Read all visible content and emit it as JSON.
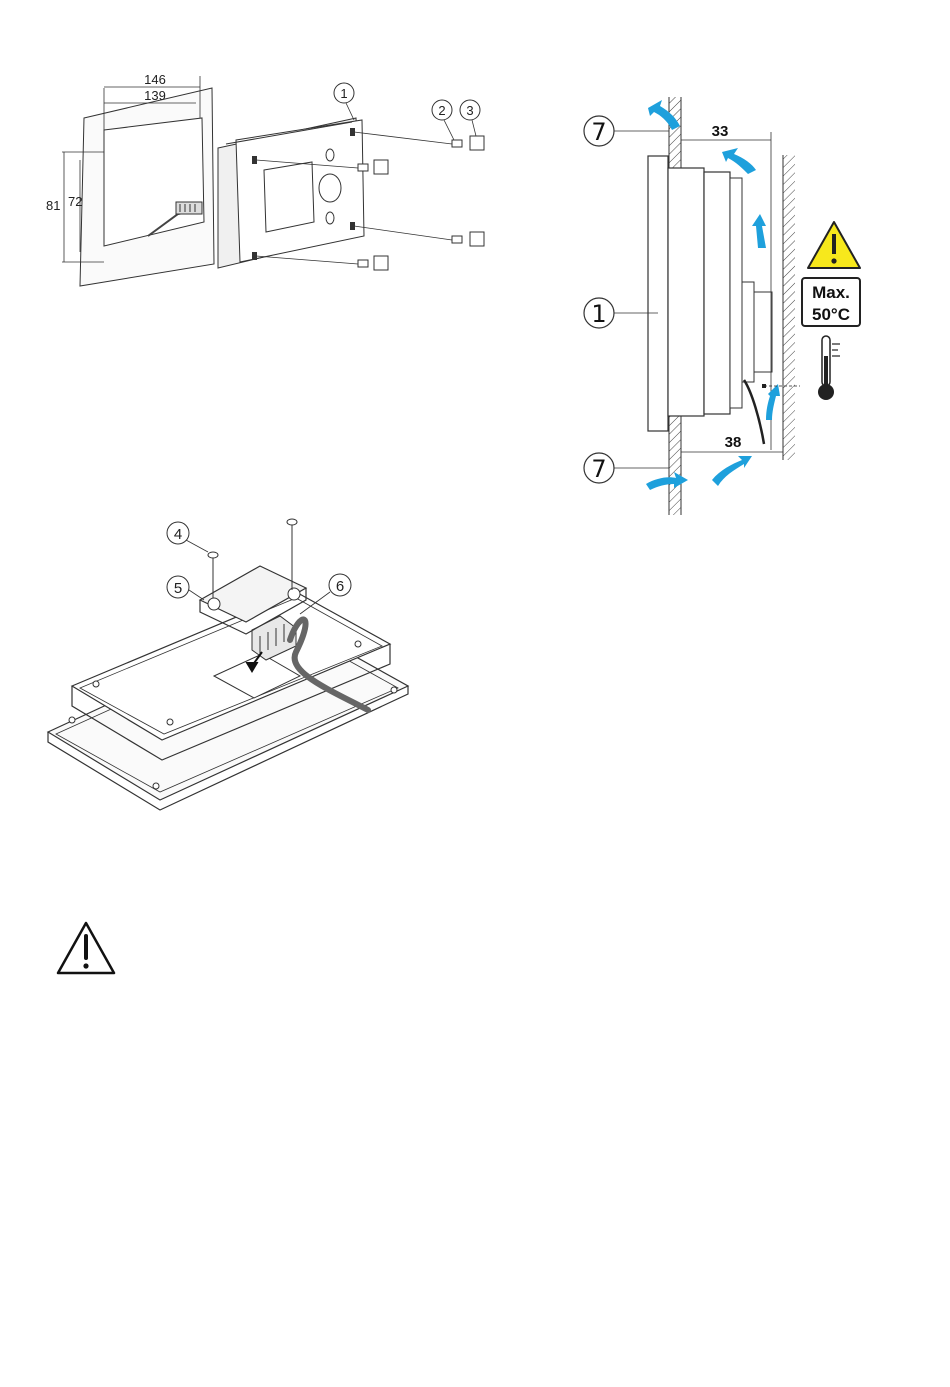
{
  "figure1": {
    "dimensions": {
      "width_outer": "146",
      "width_inner": "139",
      "height_outer": "81",
      "height_inner": "72"
    },
    "callouts": [
      "1",
      "2",
      "3"
    ]
  },
  "figure2": {
    "callouts": [
      "4",
      "5",
      "6"
    ]
  },
  "figure3": {
    "callouts": {
      "vent_top": "7",
      "device": "1",
      "vent_bottom": "7"
    },
    "clearance_top": "33",
    "clearance_bottom": "38",
    "temperature_label_line1": "Max.",
    "temperature_label_line2": "50°C",
    "icons": [
      "warning-icon",
      "thermometer-icon",
      "airflow-arrow-icon"
    ],
    "arrow_color": "#1ea0dc"
  },
  "warning": {
    "icon": "warning-triangle-icon"
  }
}
